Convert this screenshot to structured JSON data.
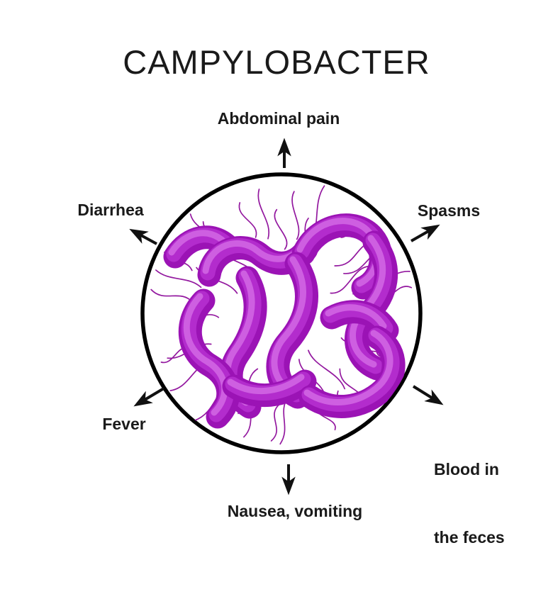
{
  "title": "CAMPYLOBACTER",
  "diagram": {
    "subject": "Campylobacter bacteria in a circle with flagella",
    "symptoms": [
      {
        "id": "abdominal-pain",
        "label": "Abdominal pain",
        "position": "top",
        "arrow_direction": "up"
      },
      {
        "id": "spasms",
        "label": "Spasms",
        "position": "top-right",
        "arrow_direction": "up-right"
      },
      {
        "id": "blood-in-the-feces",
        "label": "Blood in the feces",
        "lines": [
          "Blood in",
          "the feces"
        ],
        "position": "bottom-right",
        "arrow_direction": "down-right"
      },
      {
        "id": "nausea-vomiting",
        "label": "Nausea, vomiting",
        "position": "bottom",
        "arrow_direction": "down"
      },
      {
        "id": "fever",
        "label": "Fever",
        "position": "bottom-left",
        "arrow_direction": "down-left"
      },
      {
        "id": "diarrhea",
        "label": "Diarrhea",
        "position": "top-left",
        "arrow_direction": "up-left"
      }
    ]
  },
  "colors": {
    "background": "#ffffff",
    "text": "#1a1a1a",
    "circle_outline": "#000000",
    "arrow": "#111111",
    "bacteria_base": "#9b13b5",
    "bacteria_mid": "#b32ccd",
    "bacteria_highlight": "#d065e3",
    "flagella": "#93189f"
  }
}
